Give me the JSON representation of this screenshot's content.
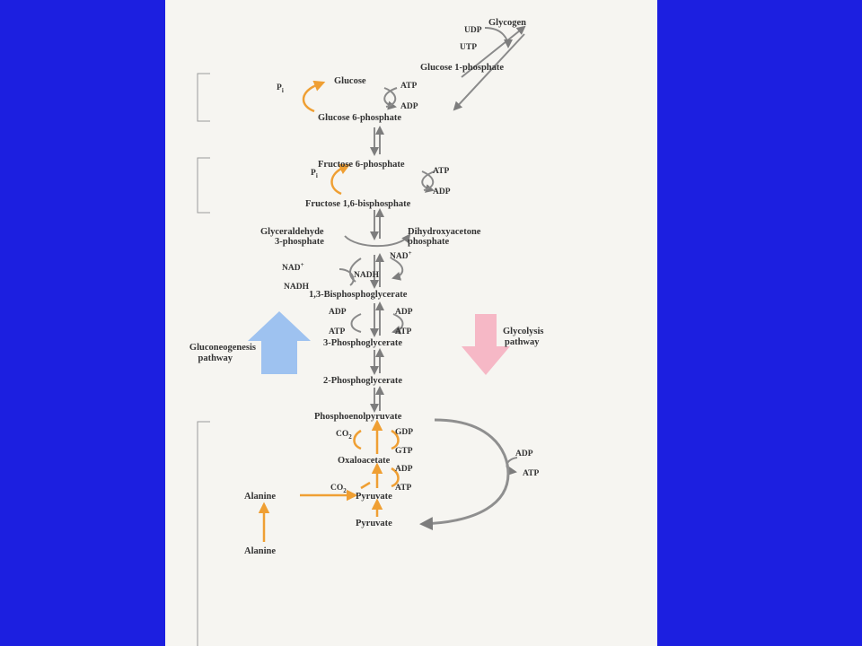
{
  "colors": {
    "background": "#1c1fe0",
    "paper": "#f6f5f1",
    "gluconeogenesis_arrow": "#9ec2f0",
    "glycolysis_arrow": "#f6b8c6",
    "bypass_orange": "#f0a53c",
    "reversible_gray": "#8a8a8a"
  },
  "metabolites": {
    "glycogen": "Glycogen",
    "udp": "UDP",
    "utp": "UTP",
    "glucose_1_phosphate": "Glucose 1-phosphate",
    "glucose": "Glucose",
    "pi_1": "P",
    "pi_1_sub": "i",
    "atp_1": "ATP",
    "adp_1": "ADP",
    "glucose_6_phosphate": "Glucose 6-phosphate",
    "fructose_6_phosphate": "Fructose 6-phosphate",
    "pi_2": "P",
    "pi_2_sub": "i",
    "atp_2": "ATP",
    "adp_2": "ADP",
    "fructose_1_6_bisphosphate": "Fructose 1,6-bisphosphate",
    "glyceraldehyde_line1": "Glyceraldehyde",
    "glyceraldehyde_line2": "3-phosphate",
    "dihydroxyacetone_line1": "Dihydroxyacetone",
    "dihydroxyacetone_line2": "phosphate",
    "nad_top": "NAD",
    "nad_left": "NAD",
    "nadh_right": "NADH",
    "nadh_left": "NADH",
    "bisphosphoglycerate": "1,3-Bisphosphoglycerate",
    "adp_3_left": "ADP",
    "adp_3_right": "ADP",
    "atp_3_left": "ATP",
    "atp_3_right": "ATP",
    "phosphoglycerate_3": "3-Phosphoglycerate",
    "phosphoglycerate_2": "2-Phosphoglycerate",
    "phosphoenolpyruvate": "Phosphoenolpyruvate",
    "co2_1": "CO",
    "co2_1_sub": "2",
    "gdp": "GDP",
    "gtp": "GTP",
    "oxaloacetate": "Oxaloacetate",
    "adp_4": "ADP",
    "co2_2": "CO",
    "co2_2_sub": "2",
    "atp_4": "ATP",
    "alanine_top": "Alanine",
    "pyruvate_top": "Pyruvate",
    "pyruvate_bottom": "Pyruvate",
    "alanine_bottom": "Alanine",
    "adp_5": "ADP",
    "atp_5": "ATP"
  },
  "side_labels": {
    "gluconeogenesis_line1": "Gluconeogenesis",
    "gluconeogenesis_line2": "pathway",
    "glycolysis_line1": "Glycolysis",
    "glycolysis_line2": "pathway"
  }
}
